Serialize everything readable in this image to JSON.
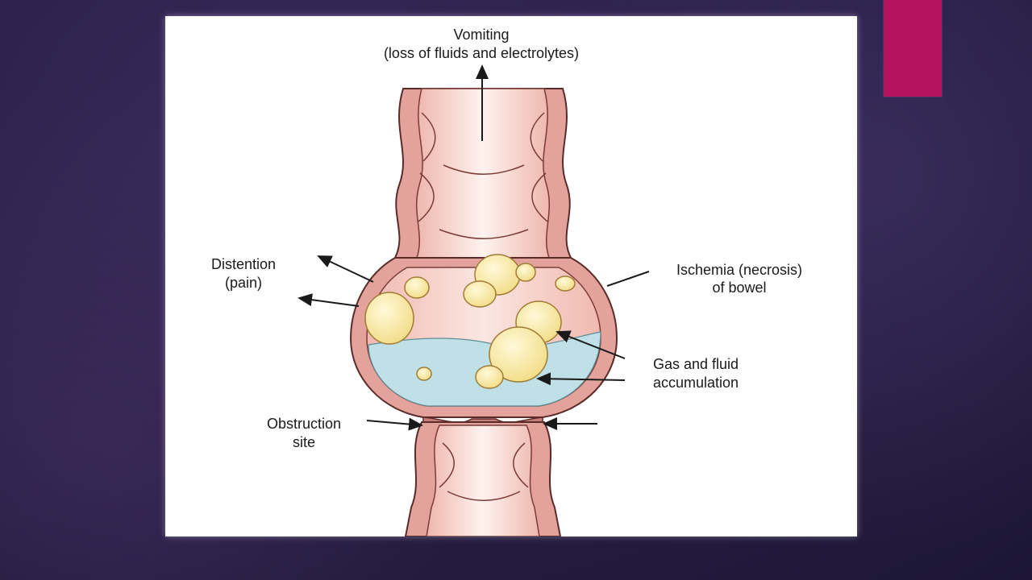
{
  "labels": {
    "vomiting_line1": "Vomiting",
    "vomiting_line2": "(loss of fluids and electrolytes)",
    "distention_line1": "Distention",
    "distention_line2": "(pain)",
    "ischemia_line1": "Ischemia (necrosis)",
    "ischemia_line2": "of bowel",
    "gas_line1": "Gas and fluid",
    "gas_line2": "accumulation",
    "obstruction_line1": "Obstruction",
    "obstruction_line2": "site"
  },
  "colors": {
    "accent": "#b5135f",
    "tissue": "#e9a9a3",
    "lumen": "#f6d6cf",
    "fluid": "#bfe0e6",
    "gas": "#f6e7a4",
    "gas_edge": "#a07c34",
    "outline": "#5a2b28"
  }
}
